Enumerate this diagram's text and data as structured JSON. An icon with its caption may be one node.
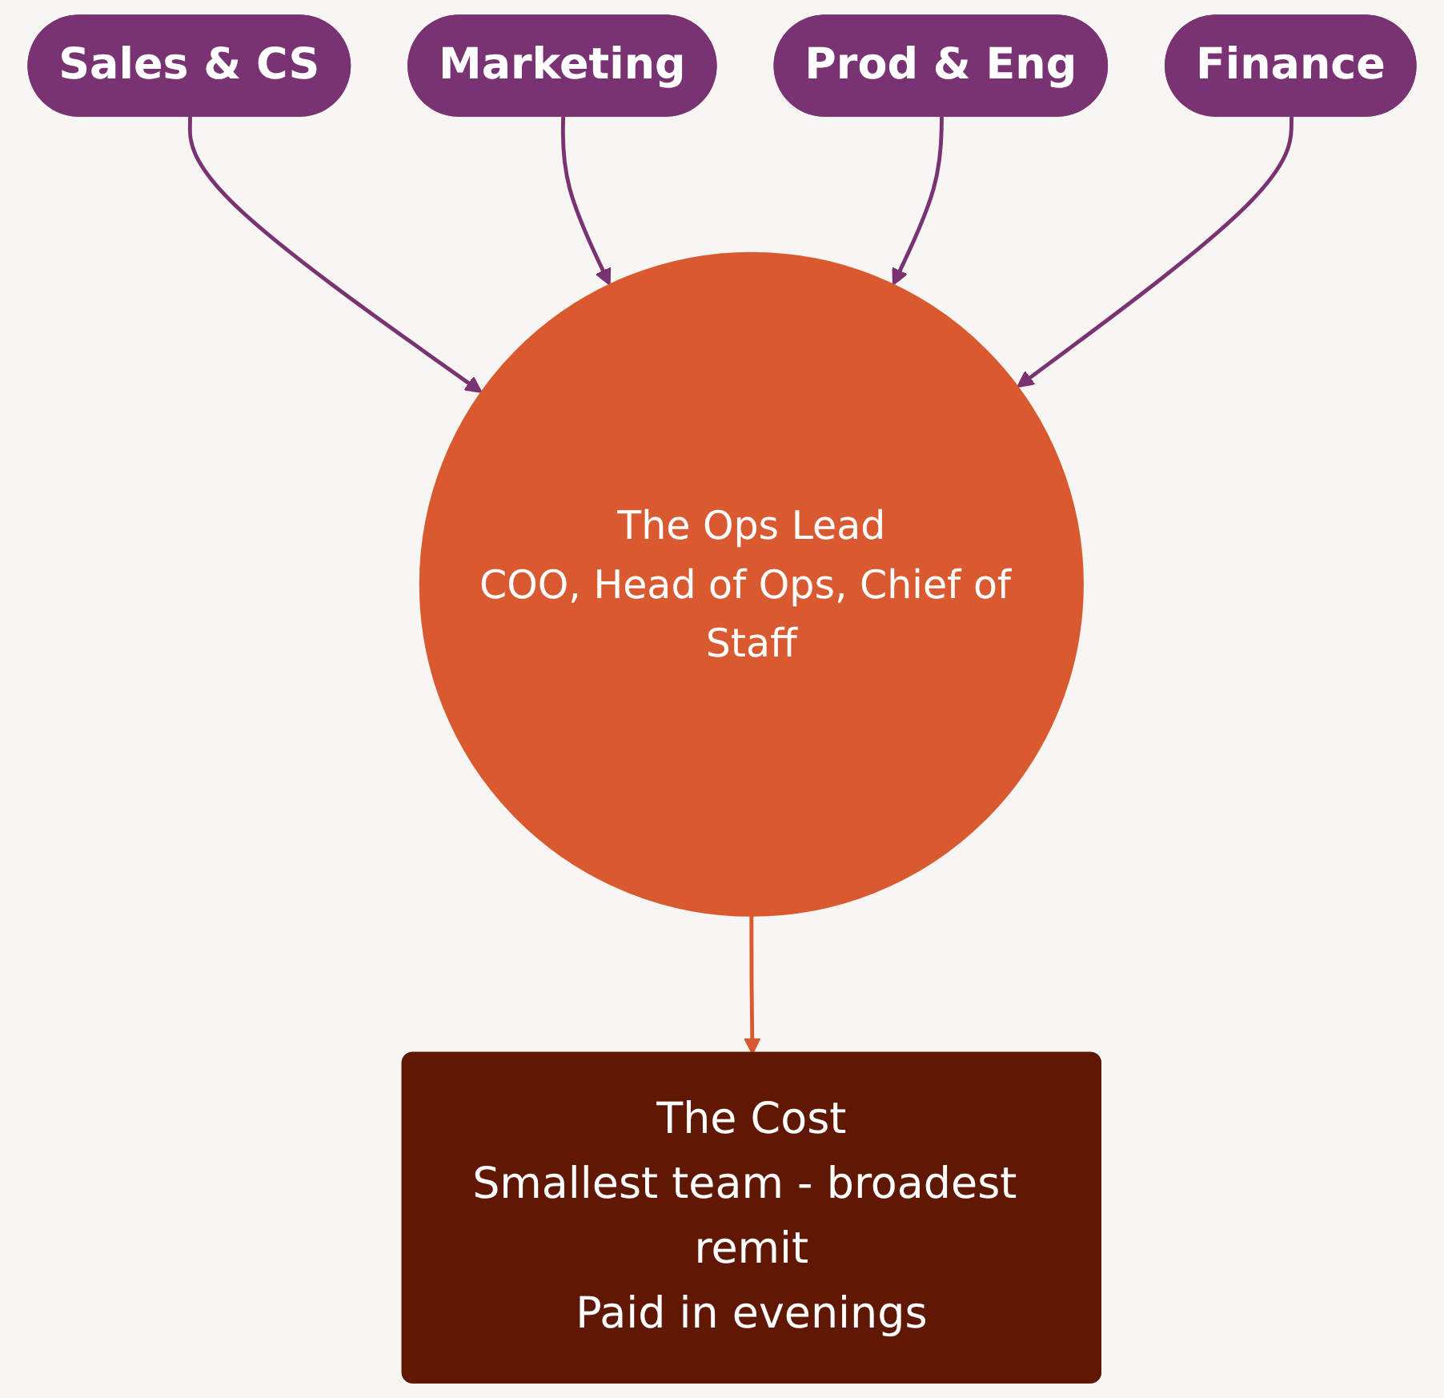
{
  "diagram": {
    "nodes": [
      {
        "text": [
          "Sales & CS"
        ]
      },
      {
        "text": [
          "Marketing"
        ]
      },
      {
        "text": [
          "Prod & Eng"
        ]
      },
      {
        "text": [
          "Finance"
        ]
      },
      {
        "text": [
          "The Ops Lead",
          "COO, Head of Ops, Chief of Staff"
        ]
      },
      {
        "text": [
          "The Cost",
          "Smallest team - broadest remit",
          "Paid in evenings"
        ]
      }
    ],
    "edges": [
      {
        "from": 0,
        "to": 4,
        "arrow": "to"
      },
      {
        "from": 1,
        "to": 4,
        "arrow": "to"
      },
      {
        "from": 2,
        "to": 4,
        "arrow": "to"
      },
      {
        "from": 3,
        "to": 4,
        "arrow": "to"
      },
      {
        "from": 4,
        "to": 5,
        "arrow": "to",
        "color": "#d9592f"
      }
    ]
  }
}
